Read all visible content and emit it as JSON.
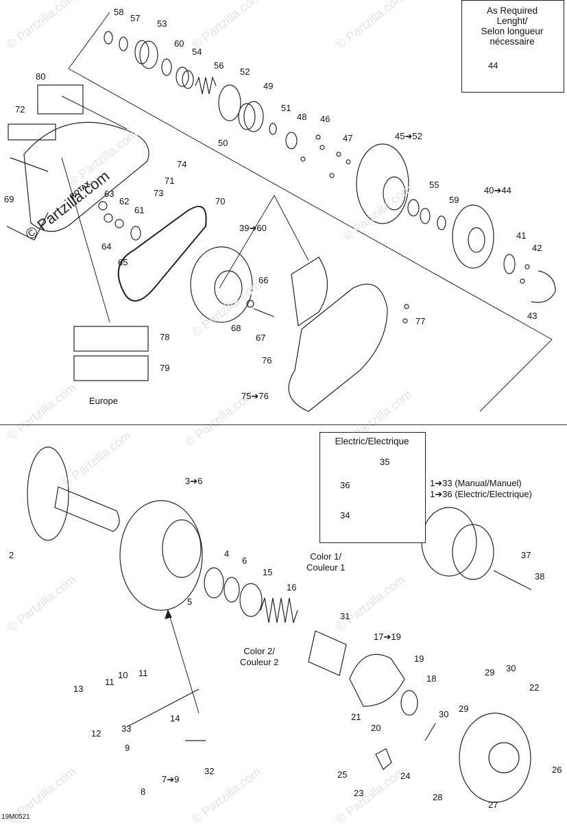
{
  "watermark": "© Partzilla.com",
  "doc_code": "19M0521",
  "notes": {
    "as_required": [
      "As Required",
      "Lenght/",
      "Selon longueur",
      "nécessaire"
    ],
    "electric": "Electric/Electrique",
    "color1": [
      "Color 1/",
      "Couleur 1"
    ],
    "color2": [
      "Color 2/",
      "Couleur 2"
    ],
    "europe": "Europe",
    "range_manual": "1➔33 (Manual/Manuel)",
    "range_electric": "1➔36 (Electric/Electrique)"
  },
  "callouts": {
    "c58": "58",
    "c57": "57",
    "c53": "53",
    "c60": "60",
    "c54": "54",
    "c56": "56",
    "c52": "52",
    "c49": "49",
    "c51": "51",
    "c48": "48",
    "c46": "46",
    "c47": "47",
    "c50": "50",
    "c80": "80",
    "c72": "72",
    "c74": "74",
    "c71": "71",
    "c73": "73",
    "c69": "69",
    "c63": "63",
    "c62": "62",
    "c61": "61",
    "c64": "64",
    "c65": "65",
    "c70": "70",
    "c39_60": "39➔60",
    "c66": "66",
    "c68": "68",
    "c67": "67",
    "c45_52": "45➔52",
    "c55": "55",
    "c40_44": "40➔44",
    "c59": "59",
    "c41": "41",
    "c42": "42",
    "c43": "43",
    "c44": "44",
    "c77": "77",
    "c76": "76",
    "c75_76": "75➔76",
    "c78": "78",
    "c79": "79",
    "c3_6": "3➔6",
    "c2": "2",
    "c4": "4",
    "c6": "6",
    "c5": "5",
    "c15": "15",
    "c16": "16",
    "c31": "31",
    "c35": "35",
    "c36": "36",
    "c34": "34",
    "c37": "37",
    "c38": "38",
    "c17_19": "17➔19",
    "c19": "19",
    "c18": "18",
    "c29a": "29",
    "c30a": "30",
    "c22": "22",
    "c30b": "30",
    "c29b": "29",
    "c21": "21",
    "c20": "20",
    "c26": "26",
    "c25": "25",
    "c24": "24",
    "c23": "23",
    "c28": "28",
    "c27": "27",
    "c13": "13",
    "c11a": "11",
    "c10": "10",
    "c11b": "11",
    "c12": "12",
    "c33": "33",
    "c14": "14",
    "c9a": "9",
    "c7_9": "7➔9",
    "c8": "8",
    "c32": "32"
  },
  "logo_text": "ROTAX"
}
